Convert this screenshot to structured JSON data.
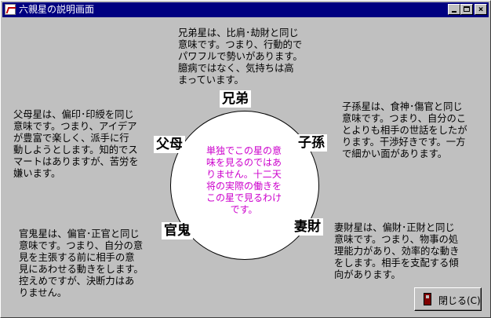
{
  "window": {
    "title": "六親星の説明画面"
  },
  "titlebar_buttons": {
    "minimize": "_",
    "maximize": "□",
    "close": "×"
  },
  "stars": {
    "kyodai": {
      "label": "兄弟",
      "description": "兄弟星は、比肩･劫財と同じ\n意味です。つまり、行動的で\nパワフルで勢いがあります。\n臆病ではなく、気持ちは高\nまっています。"
    },
    "shison": {
      "label": "子孫",
      "description": "子孫星は、食神･傷官と同じ\n意味です。つまり、自分のこ\nとよりも相手の世話をしたが\nります。干渉好きです。一方\nで細かい面があります。"
    },
    "saizai": {
      "label": "妻財",
      "description": "妻財星は、偏財･正財と同じ\n意味です。つまり、物事の処\n理能力があり、効率的な動き\nをします。相手を支配する傾\n向があります。"
    },
    "kanki": {
      "label": "官鬼",
      "description": "官鬼星は、偏官･正官と同じ\n意味です。つまり、自分の意\n見を主張する前に相手の意\n見にあわせる動きをします。\n控えめですが、決断力はあ\nりません。"
    },
    "fubo": {
      "label": "父母",
      "description": "父母星は、偏印･印綬を同じ\n意味です。つまり、アイデア\nが豊富で楽しく、派手に行\n動しようとします。知的でス\nマートはありますが、苦労を\n嫌います。"
    }
  },
  "center_note": "単独でこの星の意\n味を見るのではあ\nりません。十二天\n将の実際の働きを\nこの星で見るわけ\nです。",
  "close_button": {
    "label": "閉じる(C)"
  },
  "colors": {
    "titlebar": "#000080",
    "center_note": "#cc00cc",
    "face": "#c0c0c0"
  }
}
